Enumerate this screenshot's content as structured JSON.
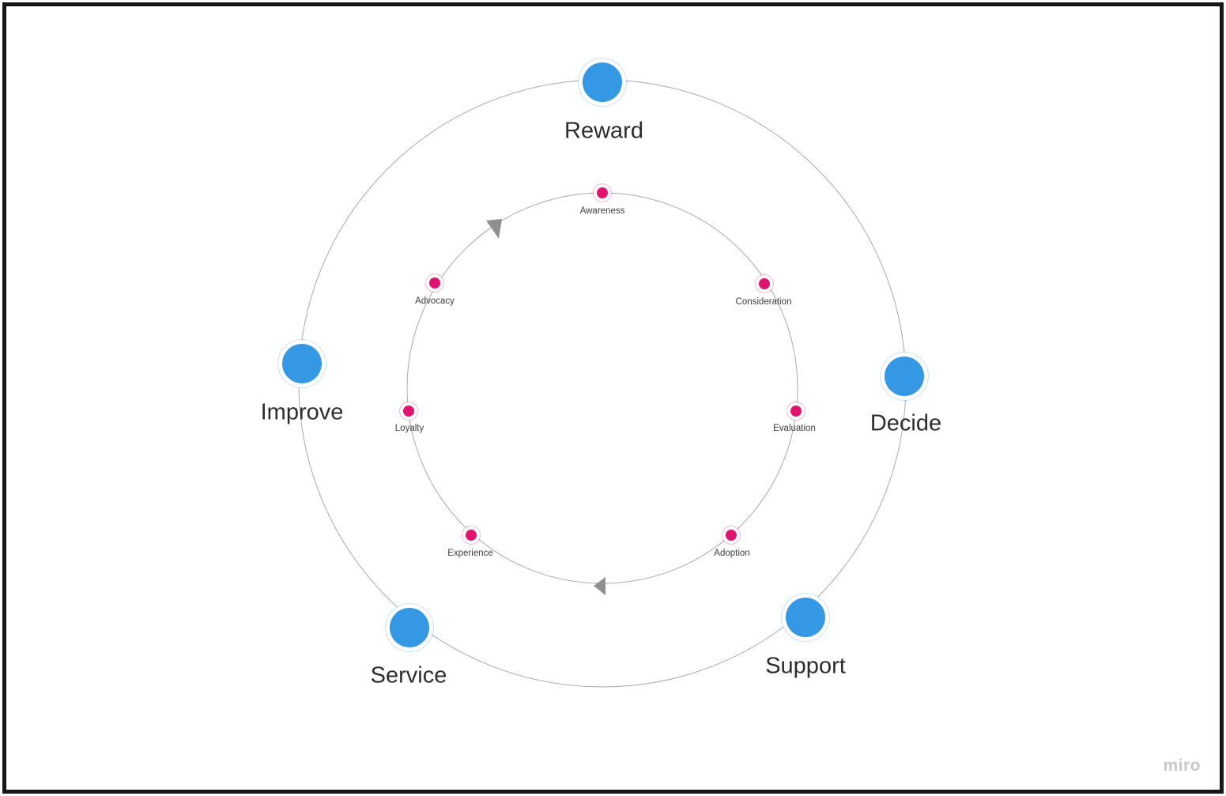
{
  "diagram": {
    "kind": "customer-journey-cycle",
    "direction": "clockwise",
    "outer_ring": {
      "stages": [
        {
          "label": "Reward",
          "position": "top"
        },
        {
          "label": "Decide",
          "position": "right"
        },
        {
          "label": "Support",
          "position": "bottom-right"
        },
        {
          "label": "Service",
          "position": "bottom-left"
        },
        {
          "label": "Improve",
          "position": "left"
        }
      ]
    },
    "inner_ring": {
      "steps": [
        {
          "label": "Awareness",
          "position": "top"
        },
        {
          "label": "Consideration",
          "position": "upper-right"
        },
        {
          "label": "Evaluation",
          "position": "right"
        },
        {
          "label": "Adoption",
          "position": "lower-right"
        },
        {
          "label": "Experience",
          "position": "lower-left"
        },
        {
          "label": "Loyalty",
          "position": "left"
        },
        {
          "label": "Advocacy",
          "position": "upper-left"
        }
      ]
    },
    "flow_arrows": [
      {
        "icon": "triangle-arrowhead-icon",
        "position": "inner-ring-upper-left"
      },
      {
        "icon": "triangle-arrowhead-icon",
        "position": "inner-ring-bottom"
      }
    ],
    "colors": {
      "stage_node": "#3598e4",
      "step_dot": "#e0146e",
      "ring_line": "#a9a9a9",
      "arrow": "#8f8f8f",
      "watermark": "#c7c7cd"
    }
  },
  "watermark": {
    "label": "miro"
  }
}
